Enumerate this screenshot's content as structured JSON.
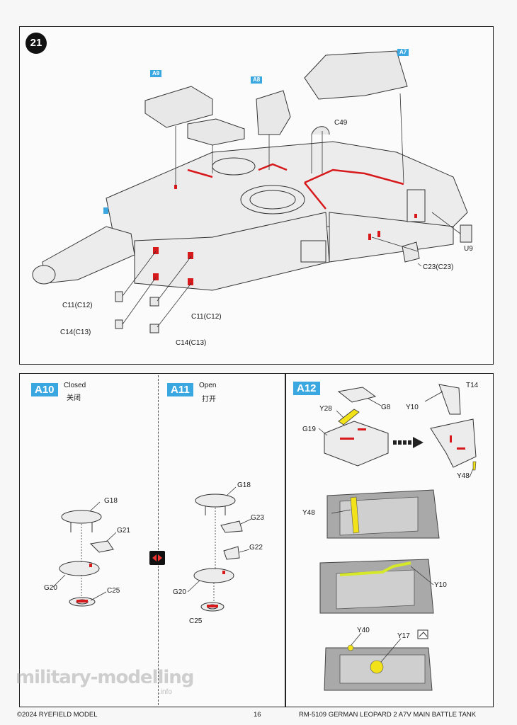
{
  "step": {
    "number": "21"
  },
  "top_panel": {
    "tags": {
      "a9": "A9",
      "a8": "A8",
      "a7": "A7"
    },
    "callouts": {
      "c49": "C49",
      "u9": "U9",
      "c23": "C23(C23)",
      "c11_left": "C11(C12)",
      "c14_left": "C14(C13)",
      "c11_right": "C11(C12)",
      "c14_right": "C14(C13)"
    }
  },
  "a10": {
    "badge": "A10",
    "title": "Closed",
    "subtitle": "关闭",
    "parts": {
      "g18": "G18",
      "g21": "G21",
      "g20": "G20",
      "c25": "C25"
    }
  },
  "a11": {
    "badge": "A11",
    "title": "Open",
    "subtitle": "打开",
    "parts": {
      "g18": "G18",
      "g23": "G23",
      "g22": "G22",
      "g20": "G20",
      "c25": "C25"
    }
  },
  "a12": {
    "badge": "A12",
    "parts": {
      "g8": "G8",
      "y28": "Y28",
      "g19": "G19",
      "t14": "T14",
      "y10_top": "Y10",
      "y48_top": "Y48",
      "y48_detail": "Y48",
      "y10_detail": "Y10",
      "y40": "Y40",
      "y17": "Y17"
    }
  },
  "footer": {
    "copyright": "©2024 RYEFIELD MODEL",
    "page_number": "16",
    "kit_title": "RM-5109 GERMAN LEOPARD  2 A7V MAIN BATTLE TANK"
  },
  "watermark": {
    "text": "military-modelling",
    "suffix": ".info"
  },
  "colors": {
    "accent": "#3aa7e0",
    "highlight_red": "#d7191c",
    "photo_etch_yellow": "#f2e21a"
  }
}
